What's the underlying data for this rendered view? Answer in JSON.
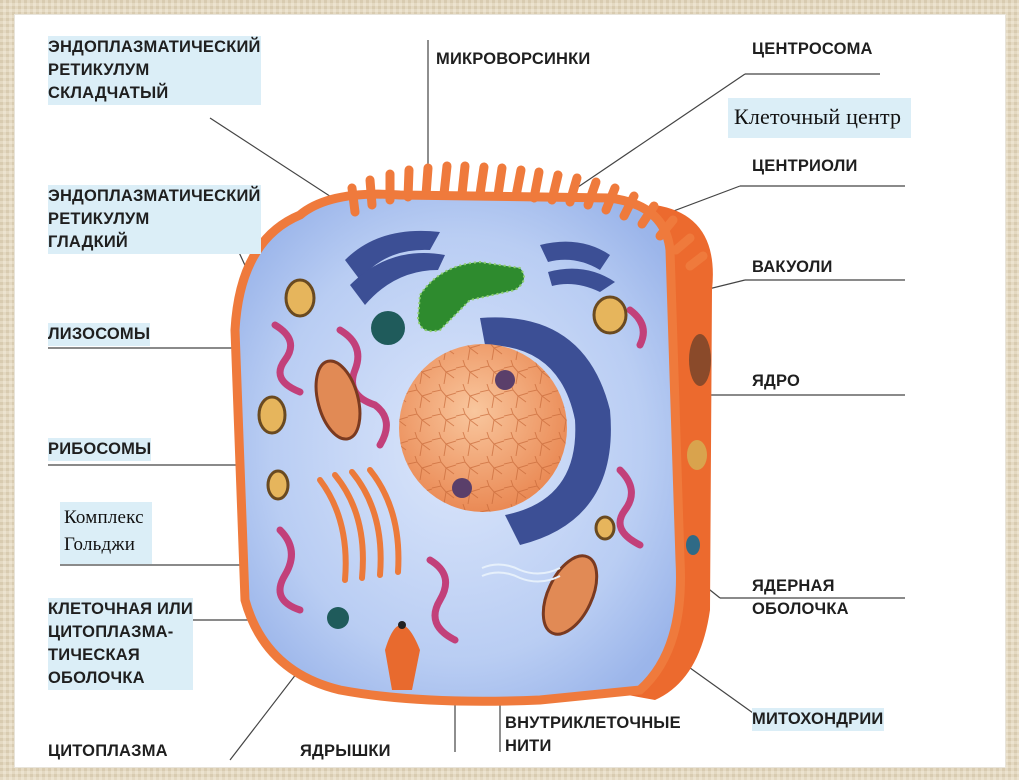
{
  "colors": {
    "background": "#e6dcc6",
    "label_highlight": "#dbeef7",
    "cytoplasm": "#b9cdf3",
    "membrane": "#ef7a3c",
    "nucleus": "#f2a06f",
    "er": "#3c4f95",
    "golgi": "#ec7a3a",
    "centriole": "#2e8b2e",
    "vacuole": "#e6b55c"
  },
  "labels": {
    "er_rough": "ЭНДОПЛАЗМАТИЧЕСКИЙ\nРЕТИКУЛУМ\nСКЛАДЧАТЫЙ",
    "er_smooth": "ЭНДОПЛАЗМАТИЧЕСКИЙ\nРЕТИКУЛУМ\nГЛАДКИЙ",
    "lysosomes": "ЛИЗОСОМЫ",
    "ribosomes": "РИБОСОМЫ",
    "golgi": "Комплекс\nГольджи",
    "cell_membrane": "КЛЕТОЧНАЯ ИЛИ\nЦИТОПЛАЗМА-\nТИЧЕСКАЯ\nОБОЛОЧКА",
    "cytoplasm": "ЦИТОПЛАЗМА",
    "nucleoli": "ЯДРЫШКИ",
    "filaments": "ВНУТРИКЛЕТОЧНЫЕ\nНИТИ",
    "mitochondria": "МИТОХОНДРИИ",
    "nuclear_envelope": "ЯДЕРНАЯ\nОБОЛОЧКА",
    "nucleus": "ЯДРО",
    "vacuoles": "ВАКУОЛИ",
    "centrioles": "ЦЕНТРИОЛИ",
    "cell_center": "Клеточный центр",
    "centrosome": "ЦЕНТРОСОМА",
    "microvilli": "МИКРОВОРСИНКИ"
  }
}
